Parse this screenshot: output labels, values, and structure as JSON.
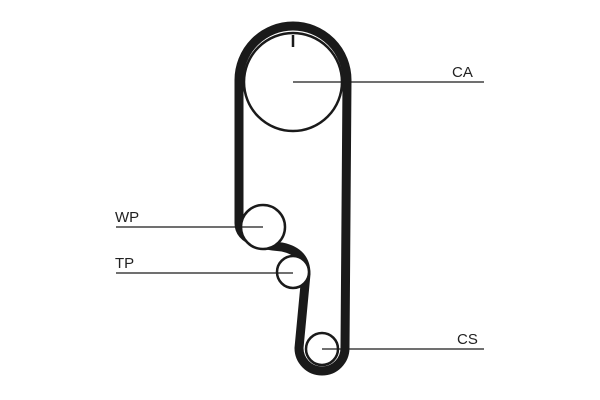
{
  "diagram": {
    "colors": {
      "belt": "#1a1a1a",
      "pulley": "#1a1a1a",
      "leader": "#1a1a1a",
      "background": "#ffffff"
    },
    "labels": {
      "ca": "CA",
      "wp": "WP",
      "tp": "TP",
      "cs": "CS"
    }
  }
}
